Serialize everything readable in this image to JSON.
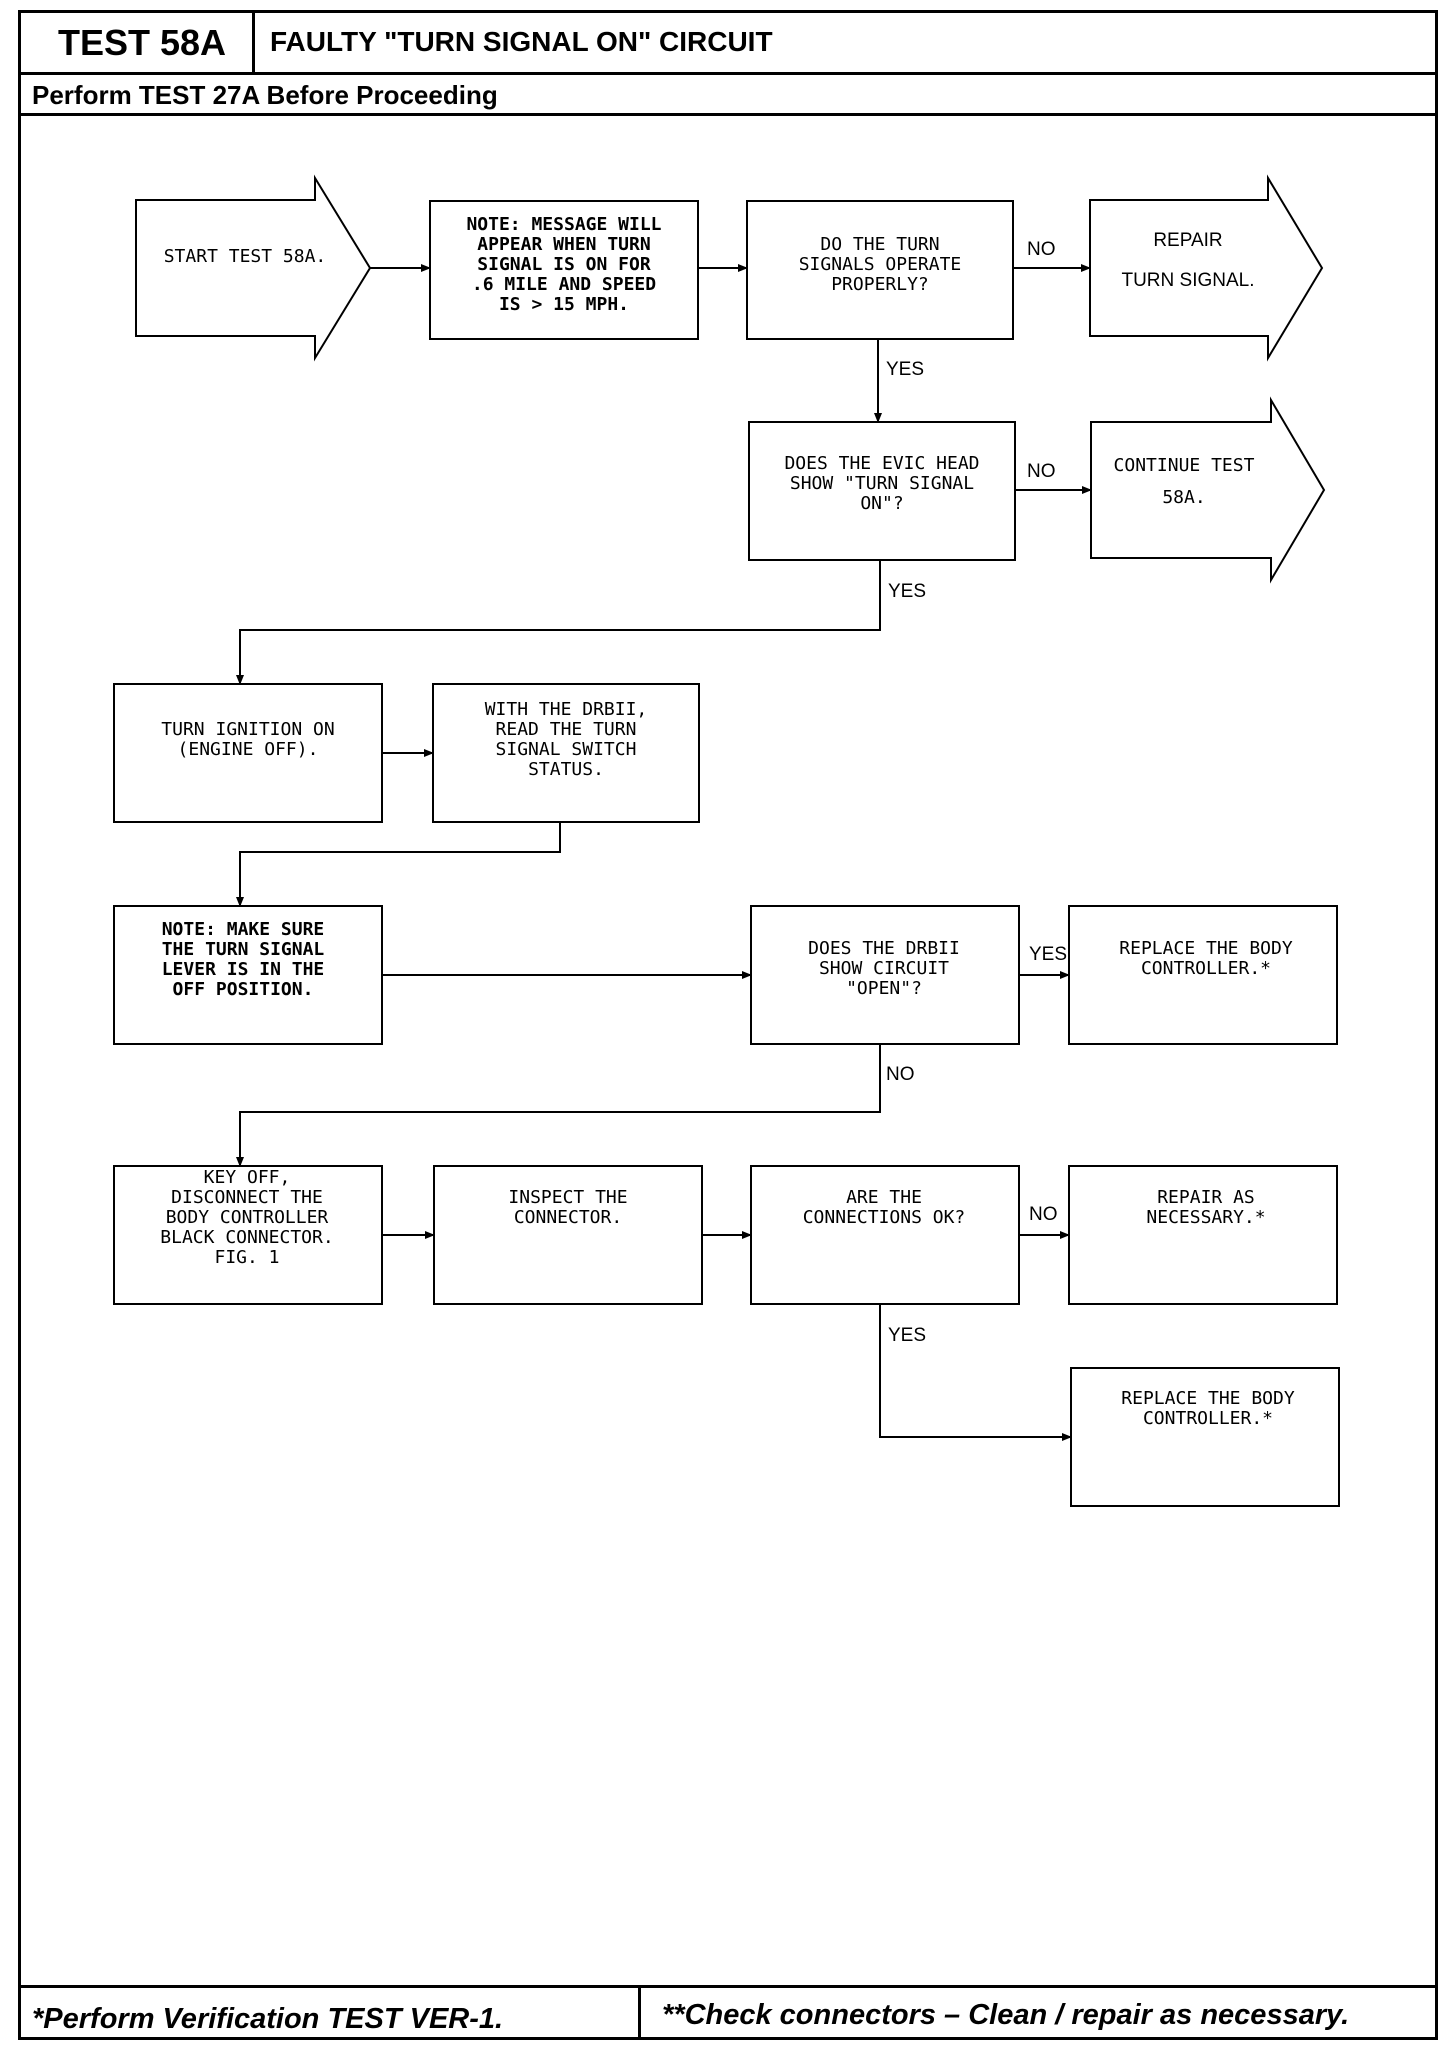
{
  "header": {
    "test_id": "TEST 58A",
    "title": "FAULTY \"TURN SIGNAL ON\" CIRCUIT",
    "prerequisite": "Perform TEST 27A Before Proceeding"
  },
  "footer": {
    "left": "*Perform Verification TEST VER-1.",
    "right": "**Check connectors – Clean / repair as necessary."
  },
  "flowchart": {
    "start": [
      "START TEST 58A."
    ],
    "note_message": [
      "NOTE: MESSAGE WILL",
      "APPEAR WHEN TURN",
      "SIGNAL IS ON FOR",
      ".6 MILE AND SPEED",
      "IS > 15 MPH."
    ],
    "q_turn_signals": [
      "DO THE TURN",
      "SIGNALS OPERATE",
      "PROPERLY?"
    ],
    "repair_turn_signal": [
      "REPAIR",
      "TURN SIGNAL."
    ],
    "q_evic": [
      "DOES THE EVIC HEAD",
      "SHOW \"TURN SIGNAL",
      "ON\"?"
    ],
    "continue_test": [
      "CONTINUE TEST",
      "58A."
    ],
    "turn_ignition": [
      "TURN IGNITION ON",
      "(ENGINE OFF)."
    ],
    "read_status": [
      "WITH THE DRBII,",
      "READ THE TURN",
      "SIGNAL SWITCH",
      "STATUS."
    ],
    "note_lever": [
      "NOTE: MAKE SURE",
      "THE TURN SIGNAL",
      "LEVER IS IN THE",
      "OFF POSITION."
    ],
    "q_open": [
      "DOES THE DRBII",
      "SHOW CIRCUIT",
      "\"OPEN\"?"
    ],
    "replace_body_1": [
      "REPLACE THE BODY",
      "CONTROLLER.*"
    ],
    "key_off": [
      "KEY OFF,",
      "DISCONNECT THE",
      "BODY CONTROLLER",
      "BLACK CONNECTOR.",
      "FIG. 1"
    ],
    "inspect": [
      "INSPECT THE",
      "CONNECTOR."
    ],
    "q_connections": [
      "ARE THE",
      "CONNECTIONS OK?"
    ],
    "repair_necessary": [
      "REPAIR AS",
      "NECESSARY.*"
    ],
    "replace_body_2": [
      "REPLACE THE BODY",
      "CONTROLLER.*"
    ]
  },
  "labels": {
    "no_1": "NO",
    "yes_1": "YES",
    "no_2": "NO",
    "yes_2": "YES",
    "yes_3": "YES",
    "no_3": "NO",
    "no_4": "NO",
    "yes_4": "YES"
  }
}
